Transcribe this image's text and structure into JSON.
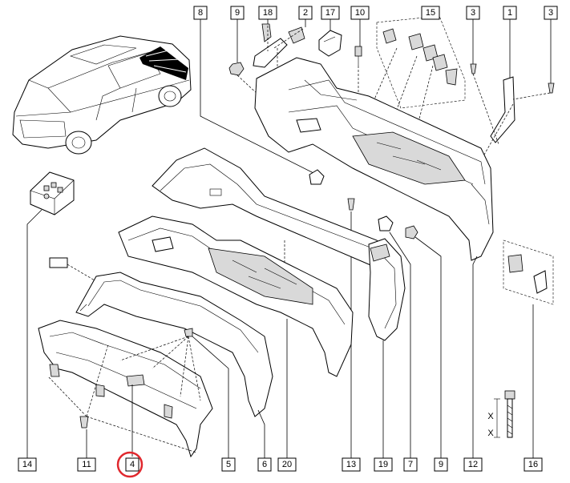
{
  "diagram": {
    "top_callouts": [
      "8",
      "9",
      "18",
      "2",
      "17",
      "10",
      "15",
      "3",
      "1",
      "3"
    ],
    "bottom_callouts": [
      "14",
      "11",
      "4",
      "5",
      "6",
      "20",
      "13",
      "19",
      "7",
      "9",
      "12",
      "16"
    ],
    "highlighted_callout": "4",
    "highlight_color": "#e0282e",
    "dimension_marks": [
      "X",
      "X"
    ]
  }
}
